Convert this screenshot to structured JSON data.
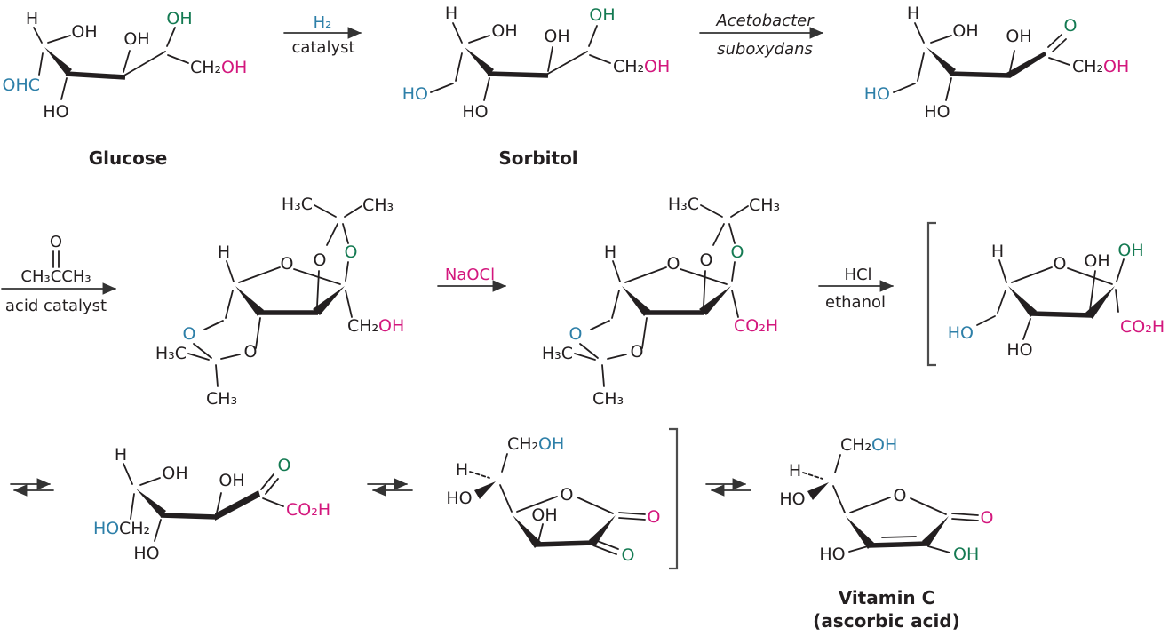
{
  "figure": {
    "description": "Industrial synthesis of Vitamin C (ascorbic acid) from glucose reaction scheme"
  },
  "colors": {
    "blue": "#2d7fa8",
    "green": "#147a52",
    "pink": "#d3177d",
    "black": "#231f20"
  },
  "arrows": {
    "hydrogenation": {
      "reagent": "H₂",
      "condition": "catalyst"
    },
    "fermentation": {
      "organism_line1": "Acetobacter",
      "organism_line2": "suboxydans"
    },
    "acetonation": {
      "o": "O",
      "reagent": "CH₃CCH₃",
      "condition": "acid catalyst"
    },
    "oxidation": {
      "reagent": "NaOCl"
    },
    "hydrolysis": {
      "reagent": "HCl",
      "condition": "ethanol"
    }
  },
  "structures": {
    "glucose": {
      "caption": "Glucose",
      "h": "H",
      "ohc": "OHC",
      "oh_a": "OH",
      "ho_b": "HO",
      "oh_c": "OH",
      "oh_d": "OH",
      "ch2": "CH₂",
      "oh_tail": "OH"
    },
    "sorbitol": {
      "caption": "Sorbitol",
      "h": "H",
      "ho_head": "HO",
      "oh_a": "OH",
      "ho_b": "HO",
      "oh_c": "OH",
      "oh_d": "OH",
      "ch2": "CH₂",
      "oh_tail": "OH"
    },
    "sorbose": {
      "h": "H",
      "ho_head": "HO",
      "oh_a": "OH",
      "ho_b": "HO",
      "oh_c": "OH",
      "o_keto": "O",
      "ch2": "CH₂",
      "oh_tail": "OH"
    },
    "diacetone_ketal": {
      "h3c_top": "H₃C",
      "ch3_top": "CH₃",
      "o_top": "O",
      "o_top_right": "O",
      "ring_o": "O",
      "h": "H",
      "o_left": "O",
      "h3c_left": "H₃C",
      "o_bottom": "O",
      "ch3_bottom": "CH₃",
      "ch2": "CH₂",
      "oh_tail": "OH"
    },
    "diacetone_acid": {
      "h3c_top": "H₃C",
      "ch3_top": "CH₃",
      "o_top": "O",
      "o_top_right": "O",
      "ring_o": "O",
      "h": "H",
      "o_left": "O",
      "h3c_left": "H₃C",
      "o_bottom": "O",
      "ch3_bottom": "CH₃",
      "co2h": "CO₂H"
    },
    "bracketed_diol": {
      "h": "H",
      "ring_o": "O",
      "oh_a": "OH",
      "oh_b": "OH",
      "co2h": "CO₂H",
      "ho_head": "HO",
      "ho_c3": "HO"
    },
    "keto_acid": {
      "h": "H",
      "oh_a": "OH",
      "ho_head": "HO",
      "ch2": "CH₂",
      "ho_b": "HO",
      "oh_c": "OH",
      "o_keto": "O",
      "co2h": "CO₂H"
    },
    "bracketed_lactone": {
      "ch2": "CH₂",
      "oh_head": "OH",
      "h": "H",
      "ho_wedge": "HO",
      "ring_o": "O",
      "oh_c3": "OH",
      "o_lactone": "O",
      "o_keto": "O"
    },
    "vitamin_c": {
      "caption_line1": "Vitamin C",
      "caption_line2": "(ascorbic acid)",
      "ch2": "CH₂",
      "oh_head": "OH",
      "h": "H",
      "ho_wedge": "HO",
      "ring_o": "O",
      "o_lactone": "O",
      "ho_enediol": "HO",
      "oh_enediol": "OH"
    }
  }
}
